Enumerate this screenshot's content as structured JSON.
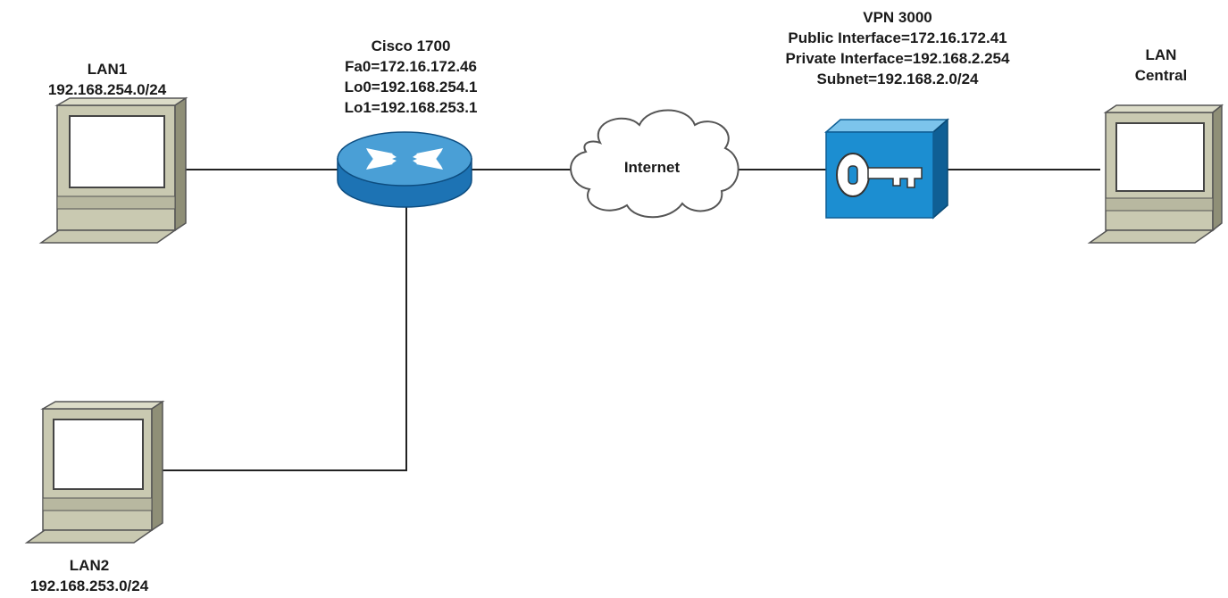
{
  "labels": {
    "lan1": [
      "LAN1",
      "192.168.254.0/24"
    ],
    "router": [
      "Cisco 1700",
      "Fa0=172.16.172.46",
      "Lo0=192.168.254.1",
      "Lo1=192.168.253.1"
    ],
    "vpn": [
      "VPN 3000",
      "Public Interface=172.16.172.41",
      "Private Interface=192.168.2.254",
      "Subnet=192.168.2.0/24"
    ],
    "lan_central": [
      "LAN",
      "Central"
    ],
    "lan2": [
      "LAN2",
      "192.168.253.0/24"
    ],
    "cloud": "Internet"
  },
  "colors": {
    "pc_body": "#c9c9b1",
    "pc_dark": "#8f8f77",
    "pc_screen": "#ffffff",
    "router_top": "#4a9fd6",
    "router_side": "#1d73b4",
    "vpn_face": "#1c8ed1",
    "vpn_top": "#7cc4ec",
    "vpn_side": "#0f5f95",
    "link": "#222222"
  },
  "icons": [
    "pc-icon",
    "router-icon",
    "cloud-icon",
    "vpn-concentrator-icon"
  ]
}
